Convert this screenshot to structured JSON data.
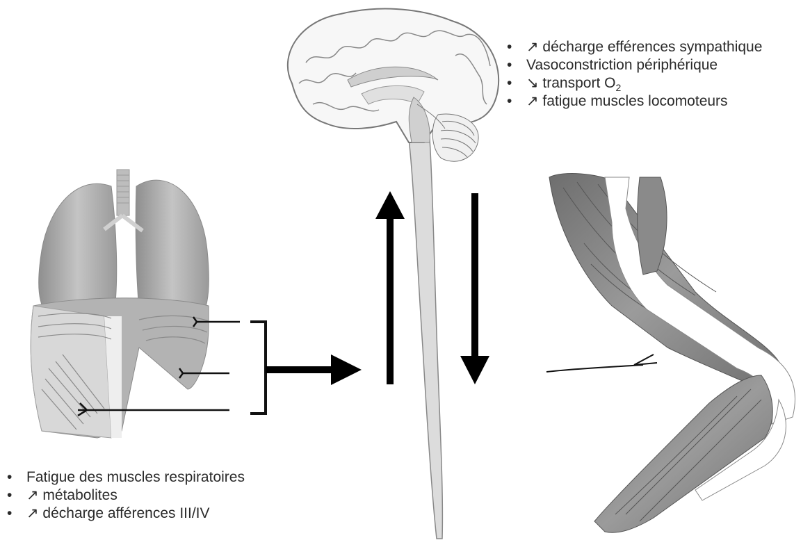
{
  "top_list": {
    "items": [
      {
        "text": "↗ décharge efférences sympathique"
      },
      {
        "text": "Vasoconstriction périphérique"
      },
      {
        "text_before_sub": "↘ transport O",
        "sub": "2"
      },
      {
        "text": "↗ fatigue muscles locomoteurs"
      }
    ]
  },
  "bottom_list": {
    "items": [
      {
        "text": "Fatigue des muscles respiratoires"
      },
      {
        "text": "↗ métabolites"
      },
      {
        "text": "↗ décharge afférences III/IV"
      }
    ]
  },
  "icons": {
    "lungs": "lungs-diaphragm-illustration",
    "brain": "brain-spinal-cord-illustration",
    "leg": "leg-muscles-illustration"
  }
}
